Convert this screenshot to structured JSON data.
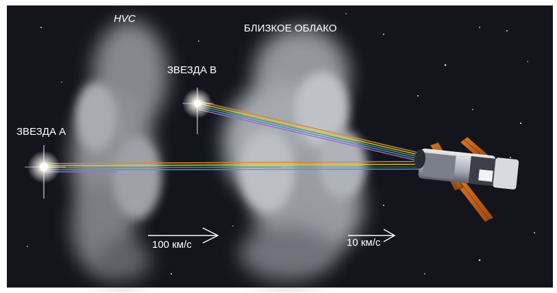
{
  "labels": {
    "hvc": "HVC",
    "near_cloud": "БЛИЗКОЕ ОБЛАКО",
    "star_b": "ЗВЕЗДА В",
    "star_a": "ЗВЕЗДА А",
    "speed_hvc": "100 км/с",
    "speed_near": "10 км/с"
  },
  "colors": {
    "sky": "#13141c",
    "frame": "#ffffff",
    "ray_orange": "#d98a3a",
    "ray_yellow": "#d8c64a",
    "ray_green": "#5aa05a",
    "ray_blue": "#5a8fd0",
    "ray_purple": "#9a72c8",
    "solar_panel": "#c8691e",
    "telescope_body": "#c9ccd4"
  },
  "icons": {
    "telescope": "space-telescope-icon",
    "star": "star-glow-icon",
    "arrow": "right-arrow-icon"
  }
}
